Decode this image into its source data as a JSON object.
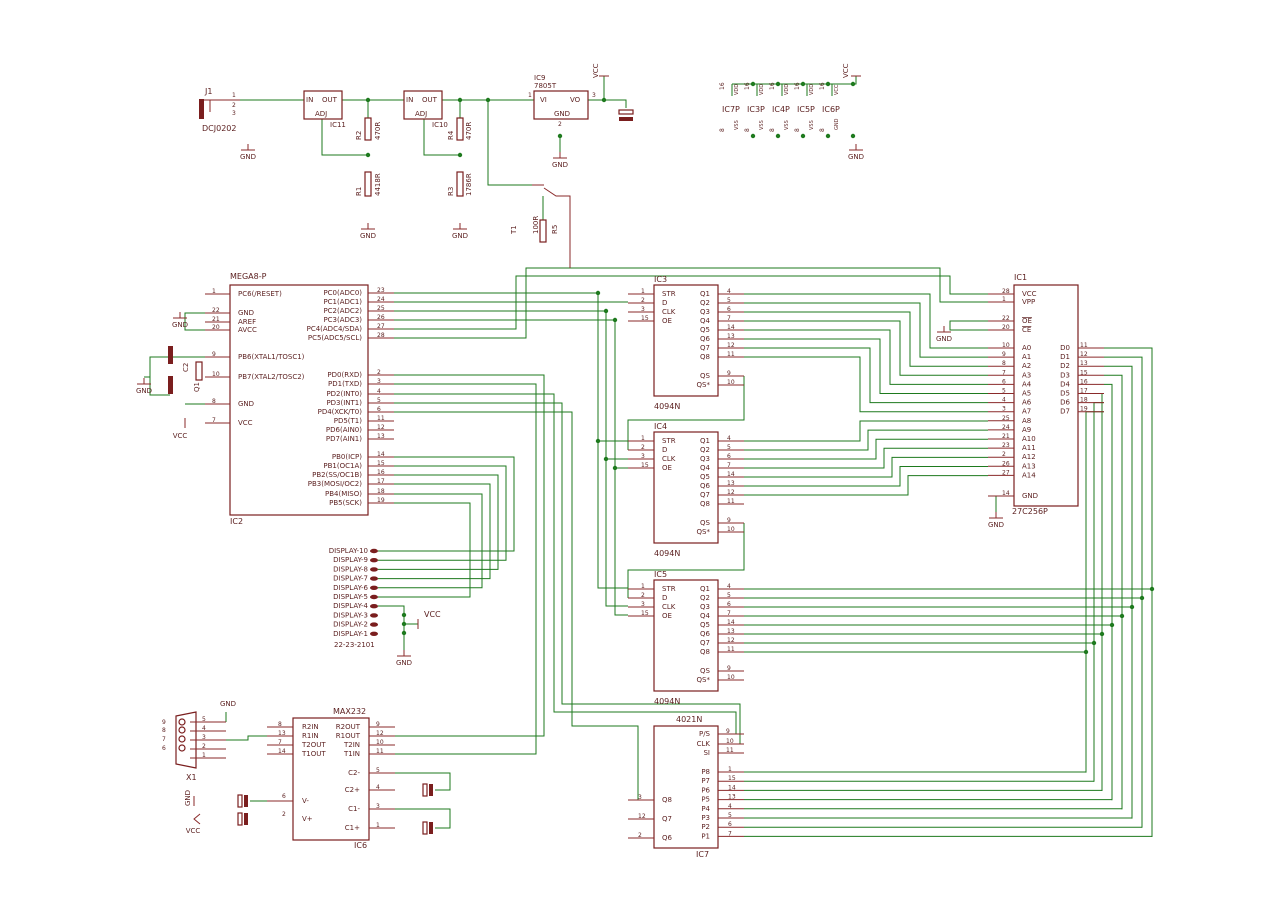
{
  "colors": {
    "wire": "#1e7a1e",
    "part": "#7a1e1e",
    "text": "#5a1e1e",
    "background": "#ffffff"
  },
  "parts": {
    "j1": {
      "name": "J1",
      "value": "DCJ0202",
      "pins": [
        "1",
        "2",
        "3"
      ]
    },
    "ic11": {
      "name": "IC11",
      "in": "IN",
      "out": "OUT",
      "adj": "ADJ"
    },
    "ic10": {
      "name": "IC10",
      "in": "IN",
      "out": "OUT",
      "adj": "ADJ"
    },
    "ic9": {
      "name": "IC9",
      "value": "7805T",
      "vi": "VI",
      "vo": "VO",
      "gnd": "GND",
      "pins": [
        "1",
        "3",
        "2"
      ]
    },
    "resistors": [
      {
        "name": "R2",
        "value": "470R"
      },
      {
        "name": "R1",
        "value": "4418R"
      },
      {
        "name": "R4",
        "value": "470R"
      },
      {
        "name": "R3",
        "value": "1786R"
      },
      {
        "name": "R5",
        "value": "100R"
      }
    ],
    "t1": "T1",
    "c2": "C2",
    "q1": "Q1",
    "power_icons": [
      "IC7P",
      "IC3P",
      "IC4P",
      "IC5P",
      "IC6P"
    ],
    "power_pins": {
      "vdd": "VDD",
      "vss": "VSS",
      "vcc": "VCC",
      "gnd": "GND",
      "pin16": "16",
      "pin8": "8"
    }
  },
  "nets": {
    "gnd": "GND",
    "vcc": "VCC"
  },
  "mega8": {
    "title": "MEGA8-P",
    "name": "IC2",
    "left": [
      {
        "pin": "1",
        "label": "PC6(/RESET)"
      },
      {
        "pin": "22",
        "label": "GND"
      },
      {
        "pin": "21",
        "label": "AREF"
      },
      {
        "pin": "20",
        "label": "AVCC"
      },
      {
        "pin": "9",
        "label": "PB6(XTAL1/TOSC1)"
      },
      {
        "pin": "10",
        "label": "PB7(XTAL2/TOSC2)"
      },
      {
        "pin": "8",
        "label": "GND"
      },
      {
        "pin": "7",
        "label": "VCC"
      }
    ],
    "right": [
      {
        "pin": "23",
        "label": "PC0(ADC0)"
      },
      {
        "pin": "24",
        "label": "PC1(ADC1)"
      },
      {
        "pin": "25",
        "label": "PC2(ADC2)"
      },
      {
        "pin": "26",
        "label": "PC3(ADC3)"
      },
      {
        "pin": "27",
        "label": "PC4(ADC4/SDA)"
      },
      {
        "pin": "28",
        "label": "PC5(ADC5/SCL)"
      },
      {
        "pin": "2",
        "label": "PD0(RXD)"
      },
      {
        "pin": "3",
        "label": "PD1(TXD)"
      },
      {
        "pin": "4",
        "label": "PD2(INT0)"
      },
      {
        "pin": "5",
        "label": "PD3(INT1)"
      },
      {
        "pin": "6",
        "label": "PD4(XCK/T0)"
      },
      {
        "pin": "11",
        "label": "PD5(T1)"
      },
      {
        "pin": "12",
        "label": "PD6(AIN0)"
      },
      {
        "pin": "13",
        "label": "PD7(AIN1)"
      },
      {
        "pin": "14",
        "label": "PB0(ICP)"
      },
      {
        "pin": "15",
        "label": "PB1(OC1A)"
      },
      {
        "pin": "16",
        "label": "PB2(SS/OC1B)"
      },
      {
        "pin": "17",
        "label": "PB3(MOSI/OC2)"
      },
      {
        "pin": "18",
        "label": "PB4(MISO)"
      },
      {
        "pin": "19",
        "label": "PB5(SCK)"
      }
    ]
  },
  "shift_regs": [
    {
      "name": "IC3",
      "type": "4094N"
    },
    {
      "name": "IC4",
      "type": "4094N"
    },
    {
      "name": "IC5",
      "type": "4094N"
    }
  ],
  "sr_pins": {
    "left": [
      {
        "pin": "1",
        "label": "STR"
      },
      {
        "pin": "2",
        "label": "D"
      },
      {
        "pin": "3",
        "label": "CLK"
      },
      {
        "pin": "15",
        "label": "OE"
      }
    ],
    "right": [
      {
        "pin": "4",
        "label": "Q1"
      },
      {
        "pin": "5",
        "label": "Q2"
      },
      {
        "pin": "6",
        "label": "Q3"
      },
      {
        "pin": "7",
        "label": "Q4"
      },
      {
        "pin": "14",
        "label": "Q5"
      },
      {
        "pin": "13",
        "label": "Q6"
      },
      {
        "pin": "12",
        "label": "Q7"
      },
      {
        "pin": "11",
        "label": "Q8"
      }
    ],
    "qs": [
      {
        "pin": "9",
        "label": "QS"
      },
      {
        "pin": "10",
        "label": "QS*"
      }
    ]
  },
  "eprom": {
    "name": "IC1",
    "type": "27C256P",
    "top": [
      {
        "pin": "28",
        "label": "VCC"
      },
      {
        "pin": "1",
        "label": "VPP"
      },
      {
        "pin": "22",
        "label": "OE",
        "overbar": true
      },
      {
        "pin": "20",
        "label": "CE",
        "overbar": true
      }
    ],
    "addr": [
      {
        "pin": "10",
        "label": "A0"
      },
      {
        "pin": "9",
        "label": "A1"
      },
      {
        "pin": "8",
        "label": "A2"
      },
      {
        "pin": "7",
        "label": "A3"
      },
      {
        "pin": "6",
        "label": "A4"
      },
      {
        "pin": "5",
        "label": "A5"
      },
      {
        "pin": "4",
        "label": "A6"
      },
      {
        "pin": "3",
        "label": "A7"
      },
      {
        "pin": "25",
        "label": "A8"
      },
      {
        "pin": "24",
        "label": "A9"
      },
      {
        "pin": "21",
        "label": "A10"
      },
      {
        "pin": "23",
        "label": "A11"
      },
      {
        "pin": "2",
        "label": "A12"
      },
      {
        "pin": "26",
        "label": "A13"
      },
      {
        "pin": "27",
        "label": "A14"
      }
    ],
    "gnd": {
      "pin": "14",
      "label": "GND"
    },
    "data": [
      {
        "pin": "11",
        "label": "D0"
      },
      {
        "pin": "12",
        "label": "D1"
      },
      {
        "pin": "13",
        "label": "D2"
      },
      {
        "pin": "15",
        "label": "D3"
      },
      {
        "pin": "16",
        "label": "D4"
      },
      {
        "pin": "17",
        "label": "D5"
      },
      {
        "pin": "18",
        "label": "D6"
      },
      {
        "pin": "19",
        "label": "D7"
      }
    ]
  },
  "display": {
    "labels": [
      "DISPLAY-10",
      "DISPLAY-9",
      "DISPLAY-8",
      "DISPLAY-7",
      "DISPLAY-6",
      "DISPLAY-5",
      "DISPLAY-4",
      "DISPLAY-3",
      "DISPLAY-2",
      "DISPLAY-1"
    ],
    "part": "22-23-2101"
  },
  "max232": {
    "title": "MAX232",
    "name": "IC6",
    "left": [
      {
        "pin": "8",
        "label": "R2IN"
      },
      {
        "pin": "13",
        "label": "R1IN"
      },
      {
        "pin": "7",
        "label": "T2OUT"
      },
      {
        "pin": "14",
        "label": "T1OUT"
      }
    ],
    "right": [
      {
        "pin": "9",
        "label": "R2OUT"
      },
      {
        "pin": "12",
        "label": "R1OUT"
      },
      {
        "pin": "10",
        "label": "T2IN"
      },
      {
        "pin": "11",
        "label": "T1IN"
      }
    ],
    "caps": [
      {
        "pin": "5",
        "label": "C2-"
      },
      {
        "pin": "4",
        "label": "C2+"
      },
      {
        "pin": "3",
        "label": "C1-"
      },
      {
        "pin": "1",
        "label": "C1+"
      }
    ],
    "vminus": {
      "pin": "6",
      "label": "V-"
    },
    "vplus": {
      "pin": "2",
      "label": "V+"
    }
  },
  "x1": {
    "name": "X1",
    "left_pins": [
      "9",
      "8",
      "7",
      "6"
    ],
    "right_pins": [
      "5",
      "4",
      "3",
      "2",
      "1"
    ]
  },
  "ic7": {
    "title": "4021N",
    "name": "IC7",
    "top": [
      {
        "pin": "9",
        "label": "P/S",
        "overbar_s": true
      },
      {
        "pin": "10",
        "label": "CLK"
      },
      {
        "pin": "11",
        "label": "SI"
      }
    ],
    "left": [
      {
        "pin": "3",
        "label": "Q8"
      },
      {
        "pin": "12",
        "label": "Q7"
      },
      {
        "pin": "2",
        "label": "Q6"
      }
    ],
    "right": [
      {
        "pin": "1",
        "label": "P8"
      },
      {
        "pin": "15",
        "label": "P7"
      },
      {
        "pin": "14",
        "label": "P6"
      },
      {
        "pin": "13",
        "label": "P5"
      },
      {
        "pin": "4",
        "label": "P4"
      },
      {
        "pin": "5",
        "label": "P3"
      },
      {
        "pin": "6",
        "label": "P2"
      },
      {
        "pin": "7",
        "label": "P1"
      }
    ]
  }
}
